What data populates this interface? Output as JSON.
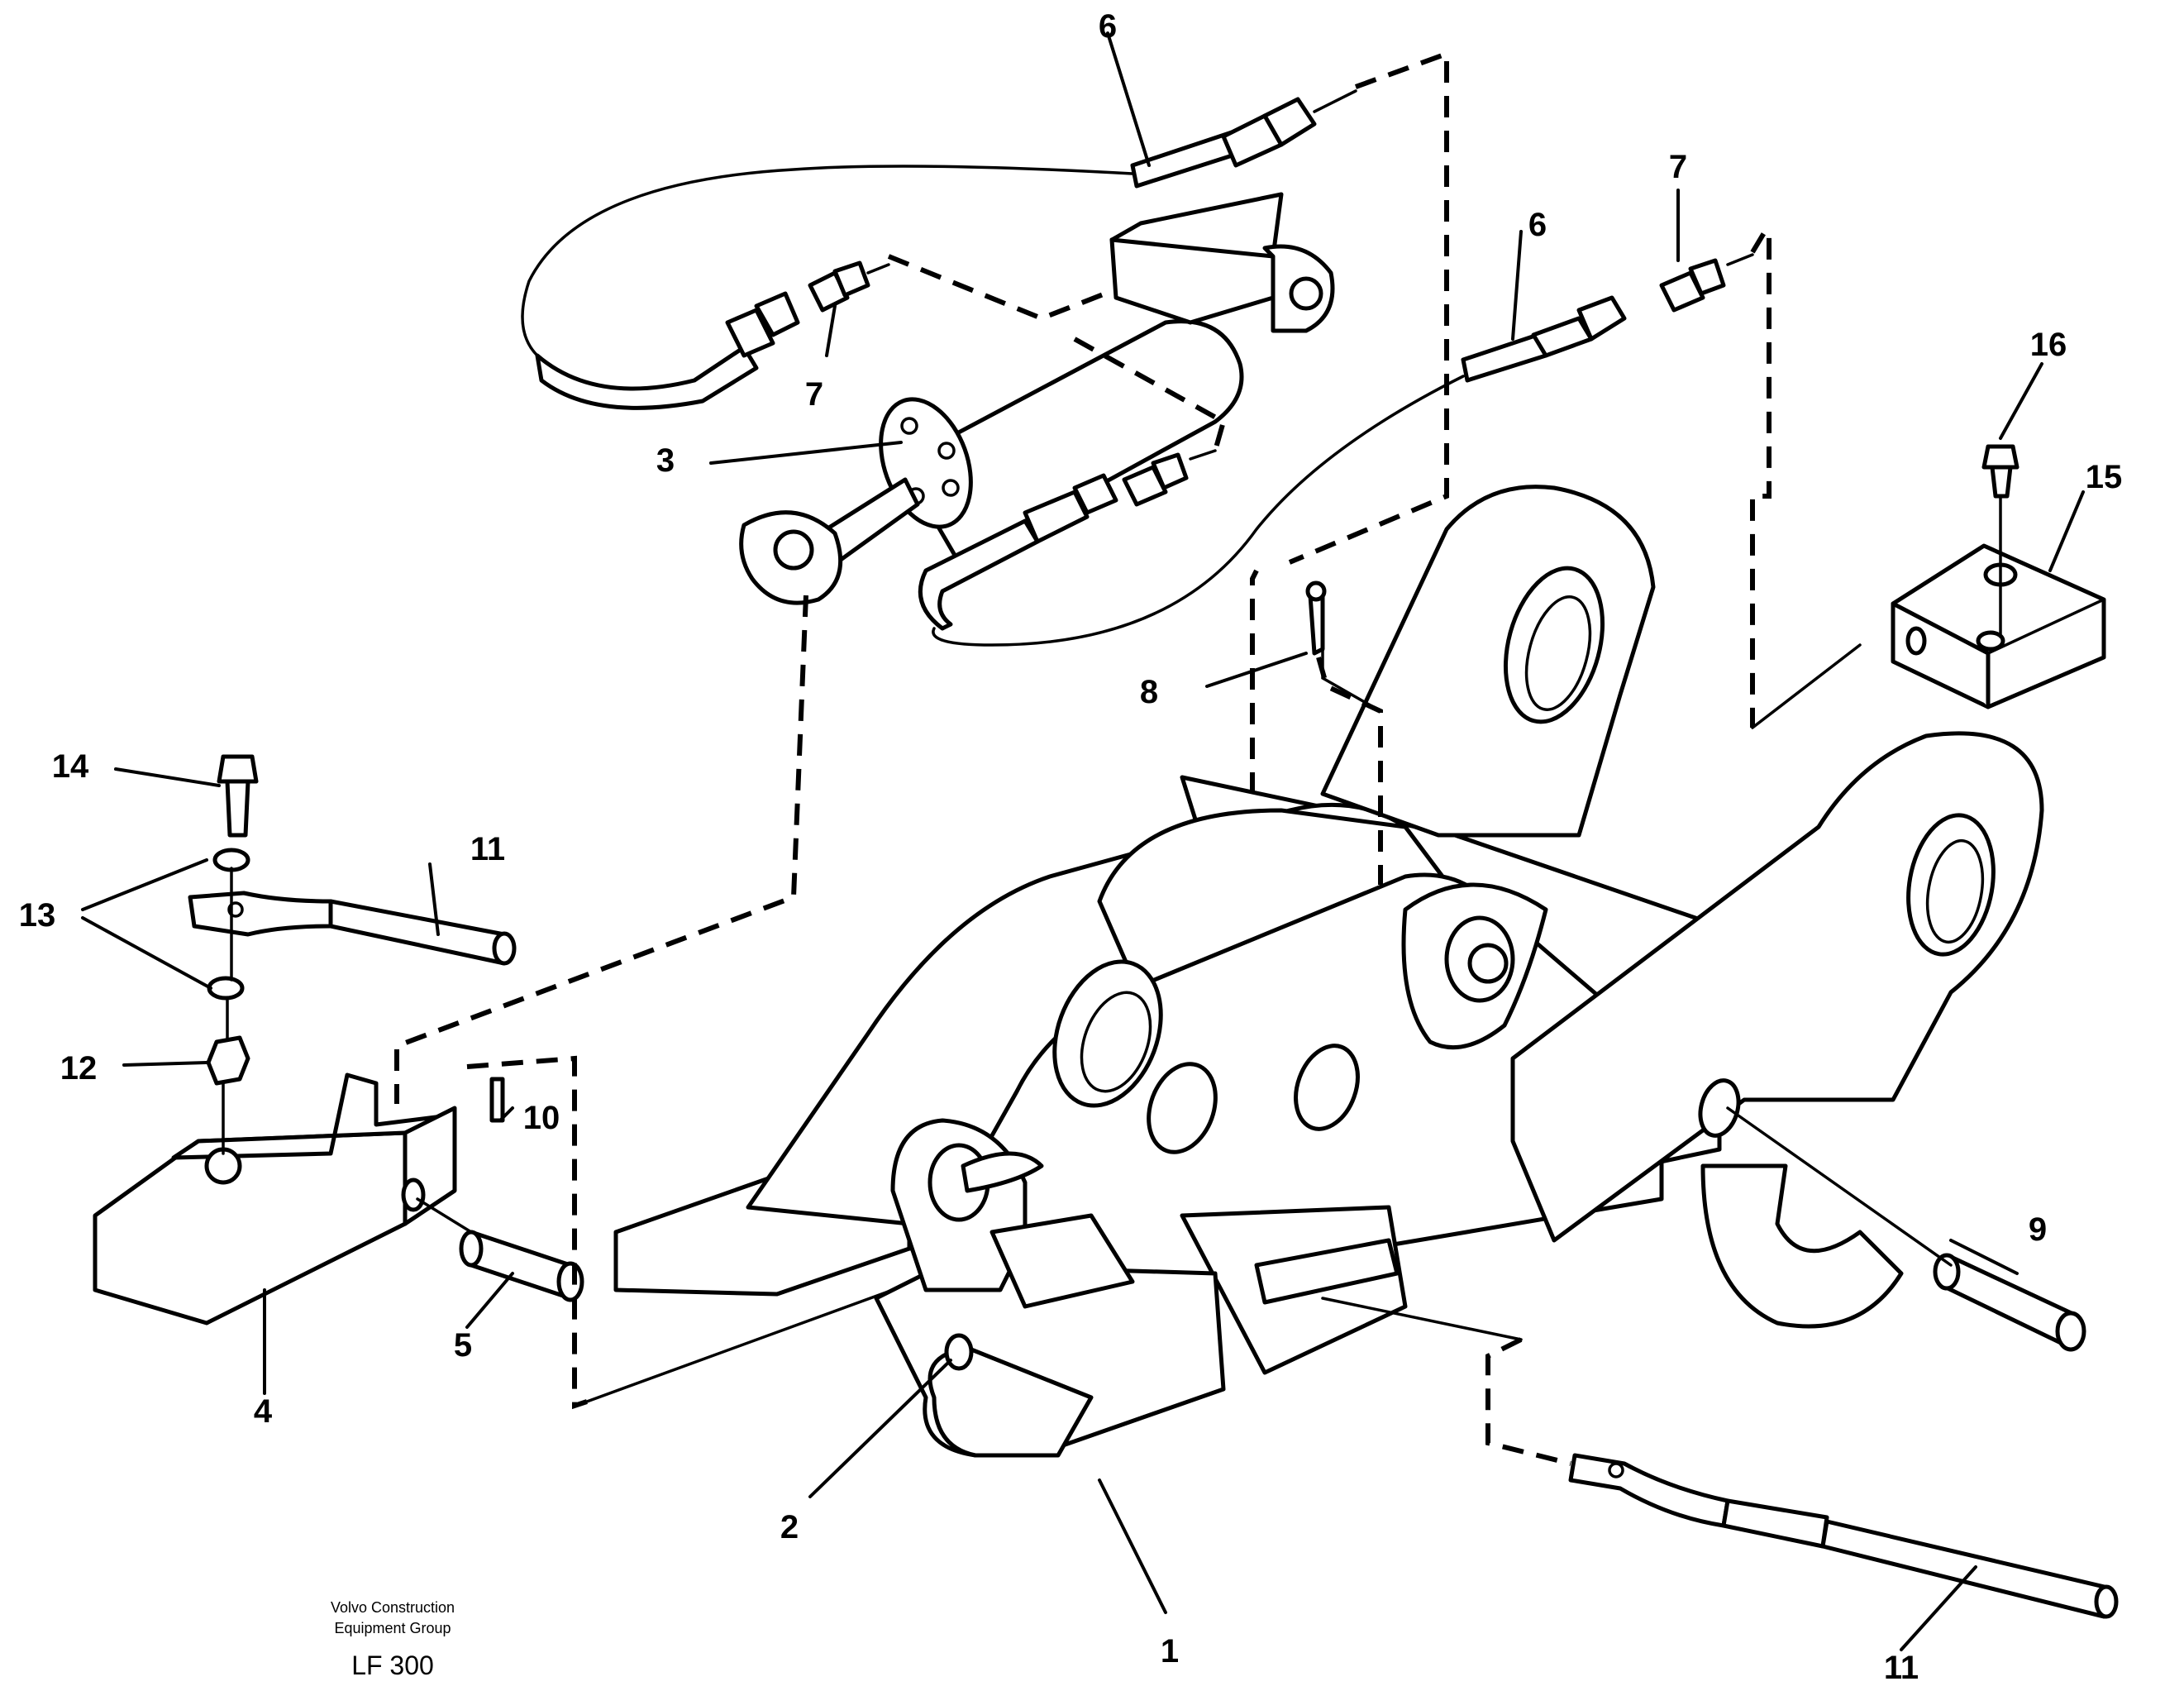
{
  "callouts": {
    "c1": "1",
    "c2": "2",
    "c3": "3",
    "c4": "4",
    "c5": "5",
    "c6a": "6",
    "c6b": "6",
    "c7a": "7",
    "c7b": "7",
    "c8": "8",
    "c9": "9",
    "c10": "10",
    "c11a": "11",
    "c11b": "11",
    "c12": "12",
    "c13": "13",
    "c14": "14",
    "c15": "15",
    "c16": "16"
  },
  "footer": {
    "company_line1": "Volvo Construction",
    "company_line2": "Equipment Group",
    "model": "LF 300"
  }
}
